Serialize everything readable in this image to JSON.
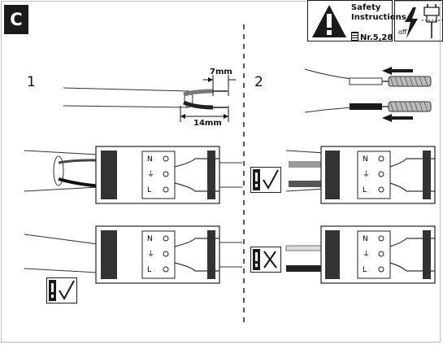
{
  "section_badge": "C",
  "safety": {
    "line1": "Safety",
    "line2": "Instructions",
    "ref": "Nr.5,28",
    "off_label": "off"
  },
  "steps": [
    {
      "number": "1",
      "dims": [
        "7mm",
        "14mm"
      ]
    },
    {
      "number": "2"
    }
  ],
  "terminal_labels": [
    "N",
    "⏚",
    "L"
  ],
  "icons": {
    "warning": "warning-triangle-icon",
    "electric": "lightning-icon",
    "check": "check-mark-icon",
    "cross": "cross-mark-icon"
  }
}
